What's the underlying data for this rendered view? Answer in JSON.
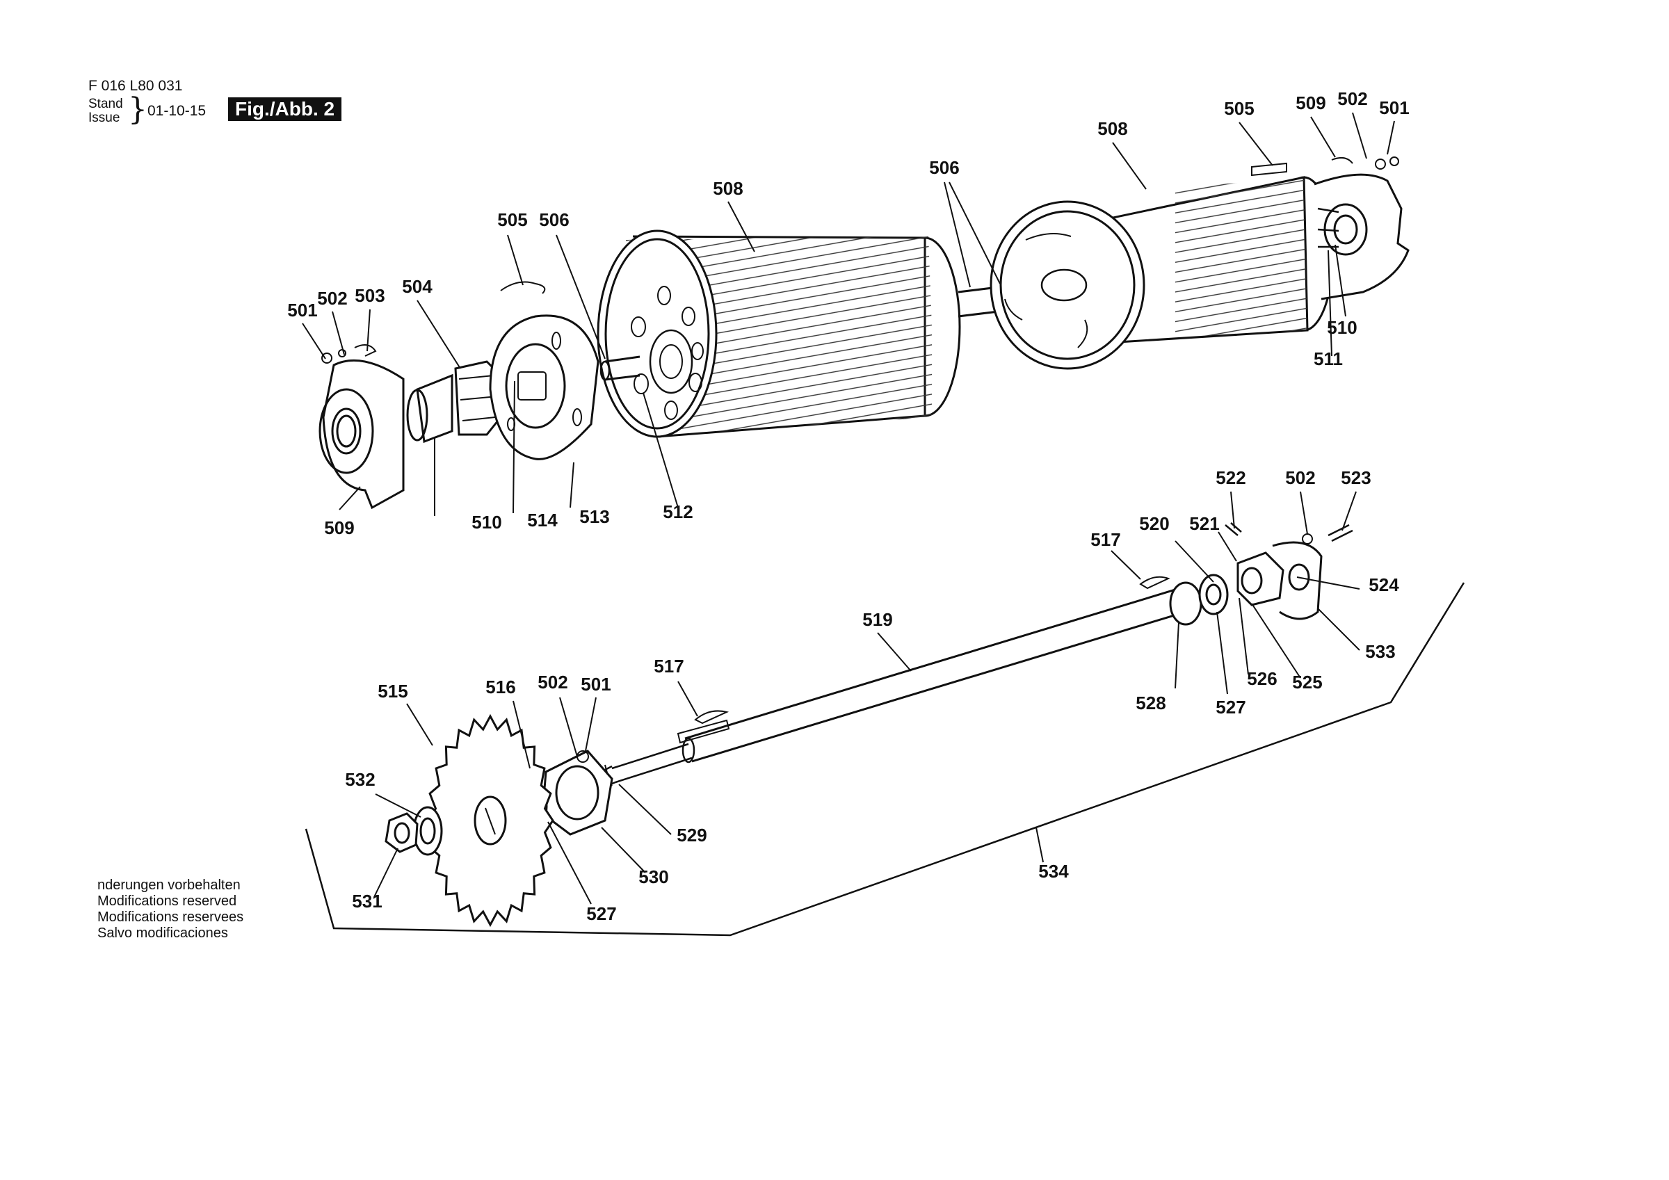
{
  "header": {
    "doc_number": "F 016 L80 031",
    "stand_label": "Stand",
    "issue_label": "Issue",
    "brace": "}",
    "issue_date": "01-10-15",
    "figure_label": "Fig./Abb. 2"
  },
  "modifications_note": {
    "lines": [
      "nderungen vorbehalten",
      "Modifications reserved",
      "Modifications reservees",
      "Salvo modificaciones"
    ]
  },
  "part_labels": [
    "505",
    "509",
    "502",
    "501",
    "508",
    "506",
    "508",
    "505",
    "506",
    "501",
    "502",
    "503",
    "504",
    "510",
    "511",
    "509",
    "510",
    "514",
    "513",
    "512",
    "522",
    "502",
    "523",
    "520",
    "521",
    "517",
    "524",
    "519",
    "533",
    "526",
    "525",
    "528",
    "527",
    "515",
    "516",
    "502",
    "501",
    "517",
    "532",
    "529",
    "534",
    "530",
    "531",
    "527"
  ]
}
